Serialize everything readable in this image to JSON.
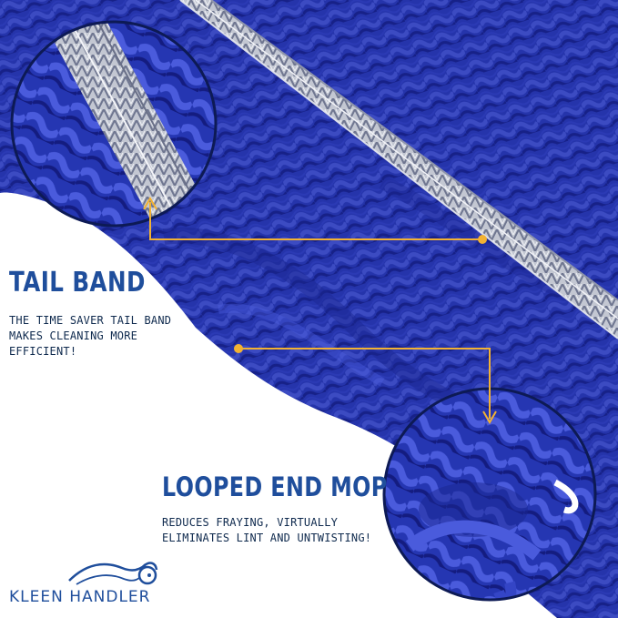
{
  "callouts": {
    "tail_band": {
      "title": "TAIL BAND",
      "description_lines": [
        "THE TIME SAVER TAIL BAND",
        "MAKES CLEANING MORE",
        "EFFICIENT!"
      ]
    },
    "looped_end": {
      "title": "LOOPED END MOP",
      "description_lines": [
        "REDUCES FRAYING, VIRTUALLY",
        "ELIMINATES LINT AND UNTWISTING!"
      ]
    }
  },
  "brand": {
    "name": "KLEEN HANDLER",
    "icon": "bull-head-icon"
  },
  "colors": {
    "mop_blue": "#2c3fbf",
    "mop_dark": "#15207a",
    "title_blue": "#1f4e9c",
    "desc_navy": "#0f2a4e",
    "accent_gold": "#f2b233",
    "band_gray": "#c9ccd6"
  }
}
